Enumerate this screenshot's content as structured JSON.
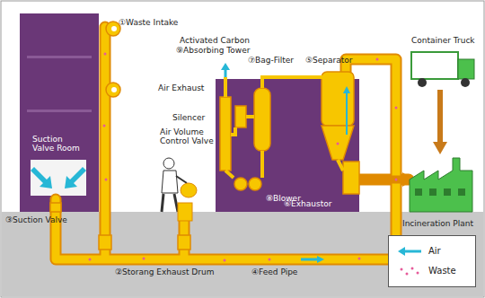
{
  "diagram": {
    "labels": [
      "①Waste Intake",
      "Suction Valve Room",
      "③Suction Valve",
      "②Storang Exhaust Drum",
      "④Feed Pipe",
      "Activated Carbon",
      "⑨Absorbing Tower",
      "⑦Bag-Filter",
      "⑤Separator",
      "Container Truck",
      "Air Exhaust",
      "Silencer",
      "Air Volume Control Valve",
      "⑧Blower",
      "⑥Exhaustor",
      "Incineration Plant"
    ],
    "legend": [
      {
        "text": "Air"
      },
      {
        "text": "Waste"
      }
    ]
  }
}
